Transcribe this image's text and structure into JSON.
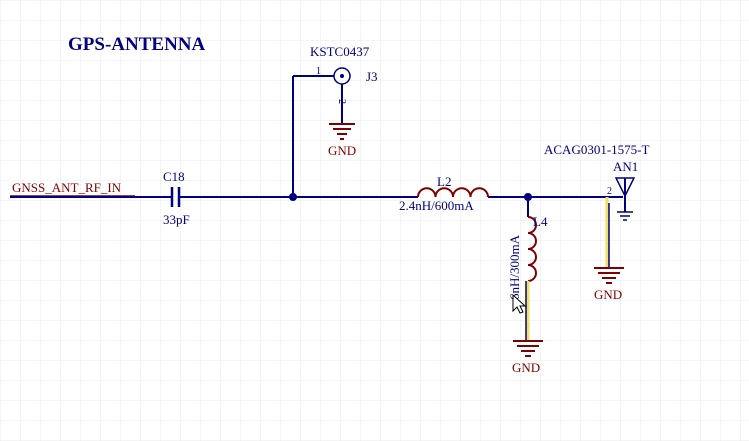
{
  "title": "GPS-ANTENNA",
  "net_label": "GNSS_ANT_RF_IN",
  "gnd_label": "GND",
  "components": {
    "c18": {
      "ref": "C18",
      "value": "33pF"
    },
    "j3": {
      "part": "KSTC0437",
      "ref": "J3",
      "pin1": "1",
      "pin2": "2"
    },
    "l2": {
      "ref": "L2",
      "value": "2.4nH/600mA"
    },
    "l4": {
      "ref": "L4",
      "value": "6nH/300mA"
    },
    "an1": {
      "part": "ACAG0301-1575-T",
      "ref": "AN1",
      "pin2": "2"
    }
  },
  "colors": {
    "wire": "#000080",
    "text": "#000080",
    "net_text": "#800000",
    "gnd": "#800000",
    "pin_highlight": "#f0e060",
    "grid": "#e4e8ee"
  }
}
